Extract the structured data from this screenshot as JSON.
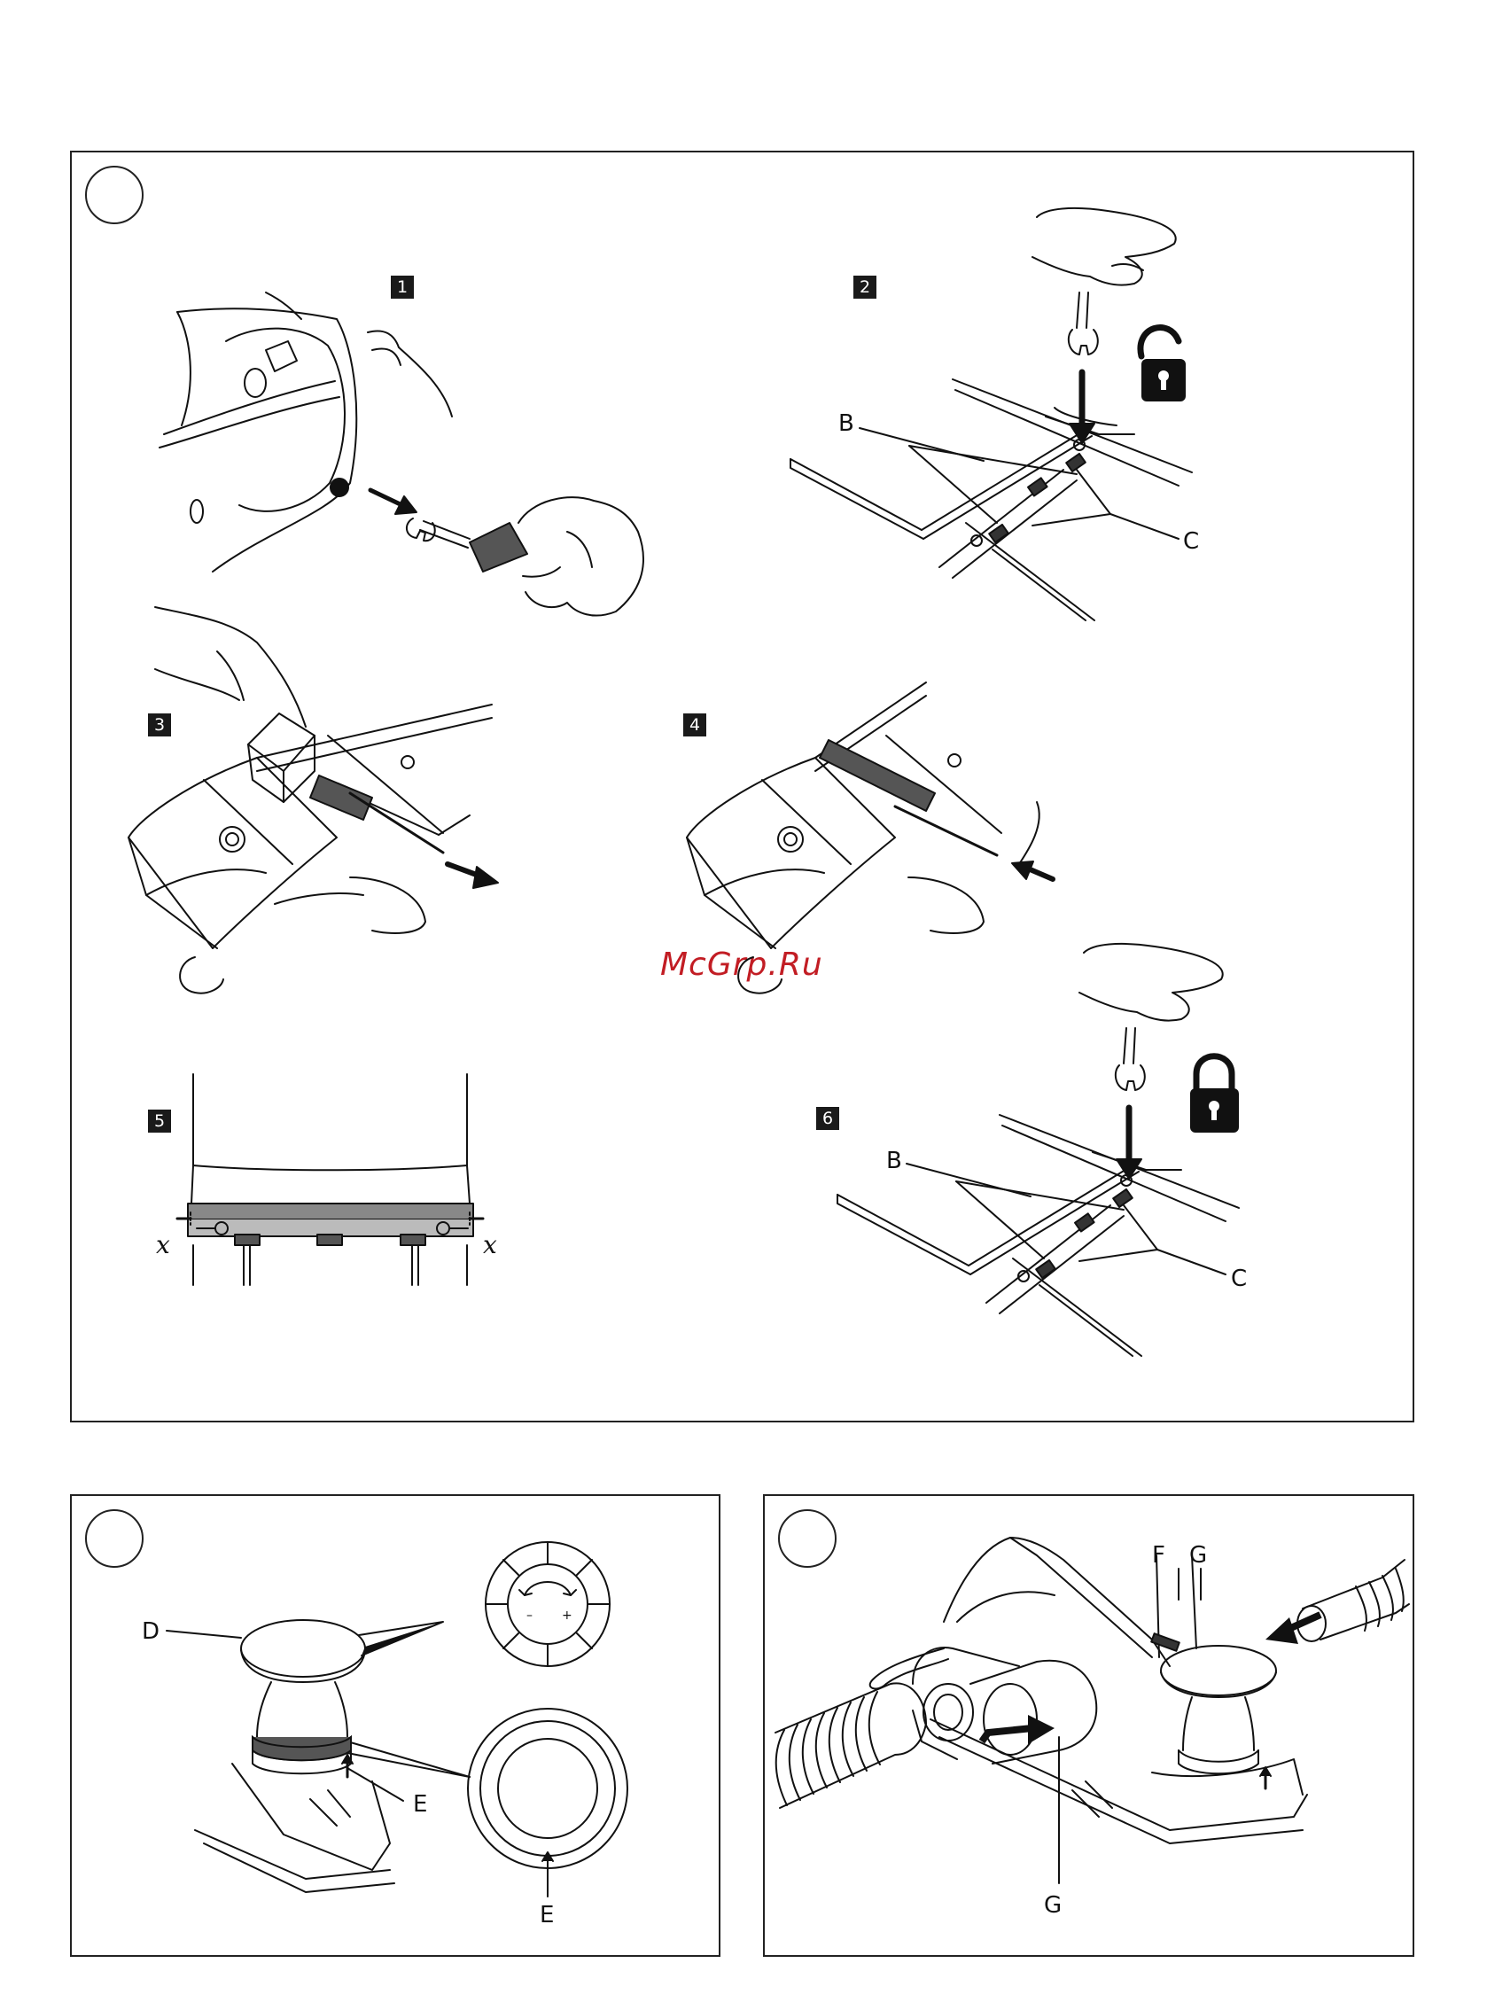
{
  "watermark": "McGrp.Ru",
  "top_panel": {
    "steps": [
      "1",
      "2",
      "3",
      "4",
      "5",
      "6"
    ],
    "labels": {
      "step2_b": "B",
      "step2_c": "C",
      "step5_x_left": "x",
      "step5_x_right": "x",
      "step6_b": "B",
      "step6_c": "C"
    }
  },
  "bottom_left_panel": {
    "labels": {
      "d": "D",
      "e_upper": "E",
      "e_lower": "E"
    },
    "dial": {
      "minus": "–",
      "plus": "+"
    }
  },
  "bottom_right_panel": {
    "labels": {
      "f": "F",
      "g_top": "G",
      "g_bottom": "G"
    }
  },
  "icons": [
    "open-padlock-icon",
    "closed-padlock-icon",
    "wrench-icon",
    "hand-icon",
    "arrow-icon"
  ]
}
